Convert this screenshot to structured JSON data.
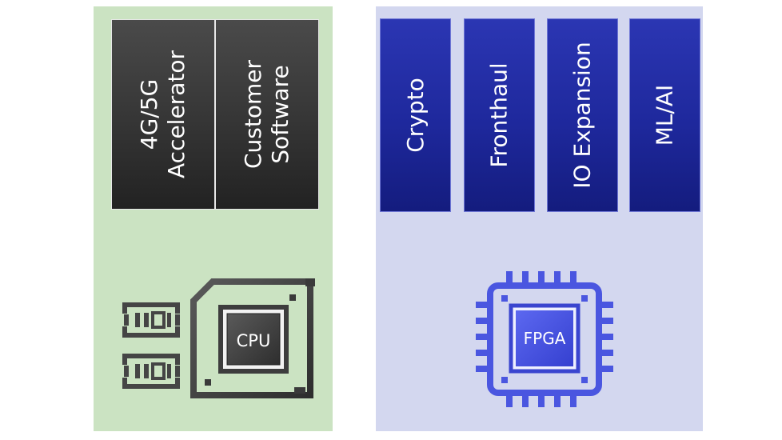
{
  "cpu_side": {
    "blocks": [
      {
        "line1": "4G/5G",
        "line2": "Accelerator"
      },
      {
        "line1": "Customer",
        "line2": "Software"
      }
    ],
    "chip_label": "CPU",
    "colors": {
      "panel": "#cbe3c2",
      "block": "#333333",
      "icon": "#444444"
    }
  },
  "fpga_side": {
    "blocks": [
      {
        "label": "Crypto"
      },
      {
        "label": "Fronthaul"
      },
      {
        "label": "IO Expansion"
      },
      {
        "label": "ML/AI"
      }
    ],
    "chip_label": "FPGA",
    "colors": {
      "panel": "#d3d7ef",
      "block": "#1e289c",
      "icon": "#4a56e0"
    }
  }
}
